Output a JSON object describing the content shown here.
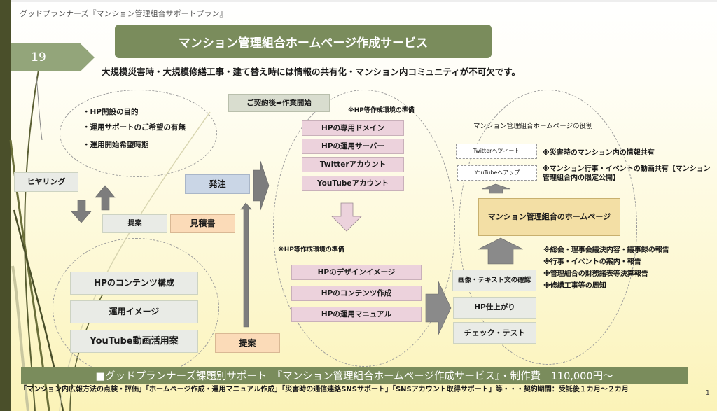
{
  "header": {
    "subtitle": "グッドプランナーズ『マンション管理組合サポートプラン』",
    "title": "マンション管理組合ホームページ作成サービス",
    "page_number": "19",
    "lead": "大規模災害時・大規模修繕工事・建て替え時には情報の共有化・マンション内コミュニティが不可欠です。"
  },
  "hearing": {
    "label": "ヒヤリング",
    "bullets": [
      "HP開設の目的",
      "運用サポートのご希望の有無",
      "運用開始希望時期"
    ]
  },
  "proposal_small": "提案",
  "estimate": "見積書",
  "order": "発注",
  "proposal_items": [
    "HPのコンテンツ構成",
    "運用イメージ",
    "YouTube動画活用案"
  ],
  "proposal_bottom": "提案",
  "contract": "ご契約後➡作業開始",
  "prep1": {
    "note": "※HP等作成環境の準備",
    "items": [
      "HPの専用ドメイン",
      "HPの運用サーバー",
      "Twitterアカウント",
      "YouTubeアカウント"
    ]
  },
  "prep2": {
    "note": "※HP等作成環境の準備",
    "items": [
      "HPのデザインイメージ",
      "HPのコンテンツ作成",
      "HPの運用マニュアル"
    ]
  },
  "finish_steps": [
    "画像・テキスト文の確認",
    "HP仕上がり",
    "チェック・テスト"
  ],
  "roles": {
    "heading": "マンション管理組合ホームページの役割",
    "twitter_label": "Twitterへツィート",
    "twitter_note": "※災害時のマンション内の情報共有",
    "youtube_label": "YouTubeへアップ",
    "youtube_note": "※マンション行事・イベントの動画共有【マンション管理組合内の限定公開】",
    "homepage": "マンション管理組合のホームページ",
    "reports": [
      "※総会・理事会議決内容・議事録の報告",
      "※行事・イベントの案内・報告",
      "※管理組合の財務諸表等決算報告",
      "※修繕工事等の周知"
    ]
  },
  "footer": {
    "bar": "■グッドプランナーズ課題別サポート　『マンション管理組合ホームページ作成サービス』・制作費　110,000円～",
    "text": "「マンション内広報方法の点検・評価」「ホームページ作成・運用マニュアル作成」「災害時の通信連絡SNSサポート」「SNSアカウント取得サポート」等・・・契約期間：受託後１カ月～２カ月",
    "slide_number": "1"
  },
  "colors": {
    "accent": "#7a8c5c",
    "sidebar": "#4a4f2a"
  }
}
